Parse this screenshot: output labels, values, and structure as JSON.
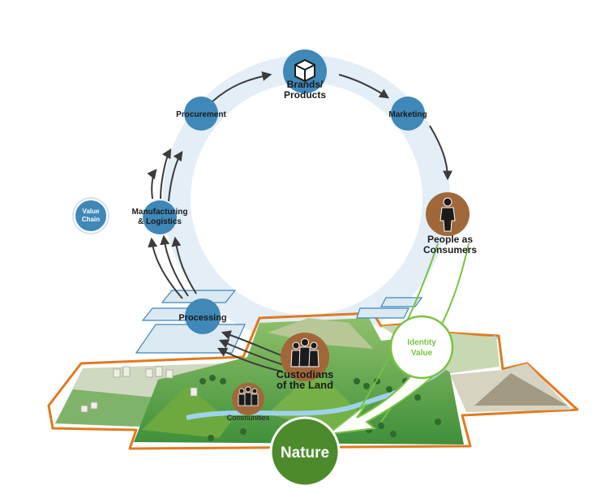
{
  "diagram": {
    "nodes": {
      "brands": {
        "line1": "Brands/",
        "line2": "Products"
      },
      "procurement": "Procurement",
      "marketing": "Marketing",
      "manufacturing": {
        "line1": "Manufacturing",
        "line2": "& Logistics"
      },
      "processing": "Processing",
      "people": {
        "line1": "People as",
        "line2": "Consumers"
      },
      "custodians": {
        "line1": "Custodians",
        "line2": "of the Land"
      },
      "communities": "Communities",
      "nature": "Nature",
      "identity_value": {
        "line1": "Identity",
        "line2": "Value"
      }
    },
    "legend": {
      "line1": "Value",
      "line2": "Chain"
    },
    "colors": {
      "ring": "#e3eef7",
      "node_blue": "#3f88b8",
      "node_brown": "#a0683a",
      "arrow": "#3b3b3b",
      "green_accent": "#7ac143",
      "nature_green": "#4d8a2c",
      "land_outline": "#e07a1f",
      "panel_blue": "#dbe9f3"
    }
  }
}
